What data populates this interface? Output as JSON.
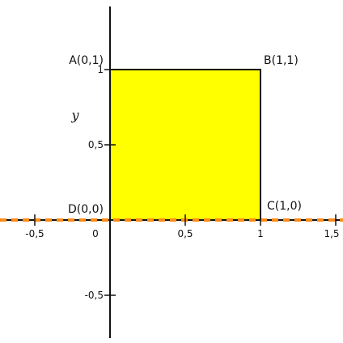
{
  "diagram": {
    "x_ticks": [
      "-0,5",
      "0",
      "0,5",
      "1",
      "1,5"
    ],
    "y_ticks": [
      "-0,5",
      "0,5",
      "1"
    ],
    "y_axis_label": "y",
    "points": {
      "A": "A(0,1)",
      "B": "B(1,1)",
      "C": "C(1,0)",
      "D": "D(0,0)"
    },
    "colors": {
      "square_fill": "#ffff00",
      "square_stroke": "#111111",
      "axis": "#111111",
      "x_axis_dashes": "#ff8c1a"
    }
  }
}
